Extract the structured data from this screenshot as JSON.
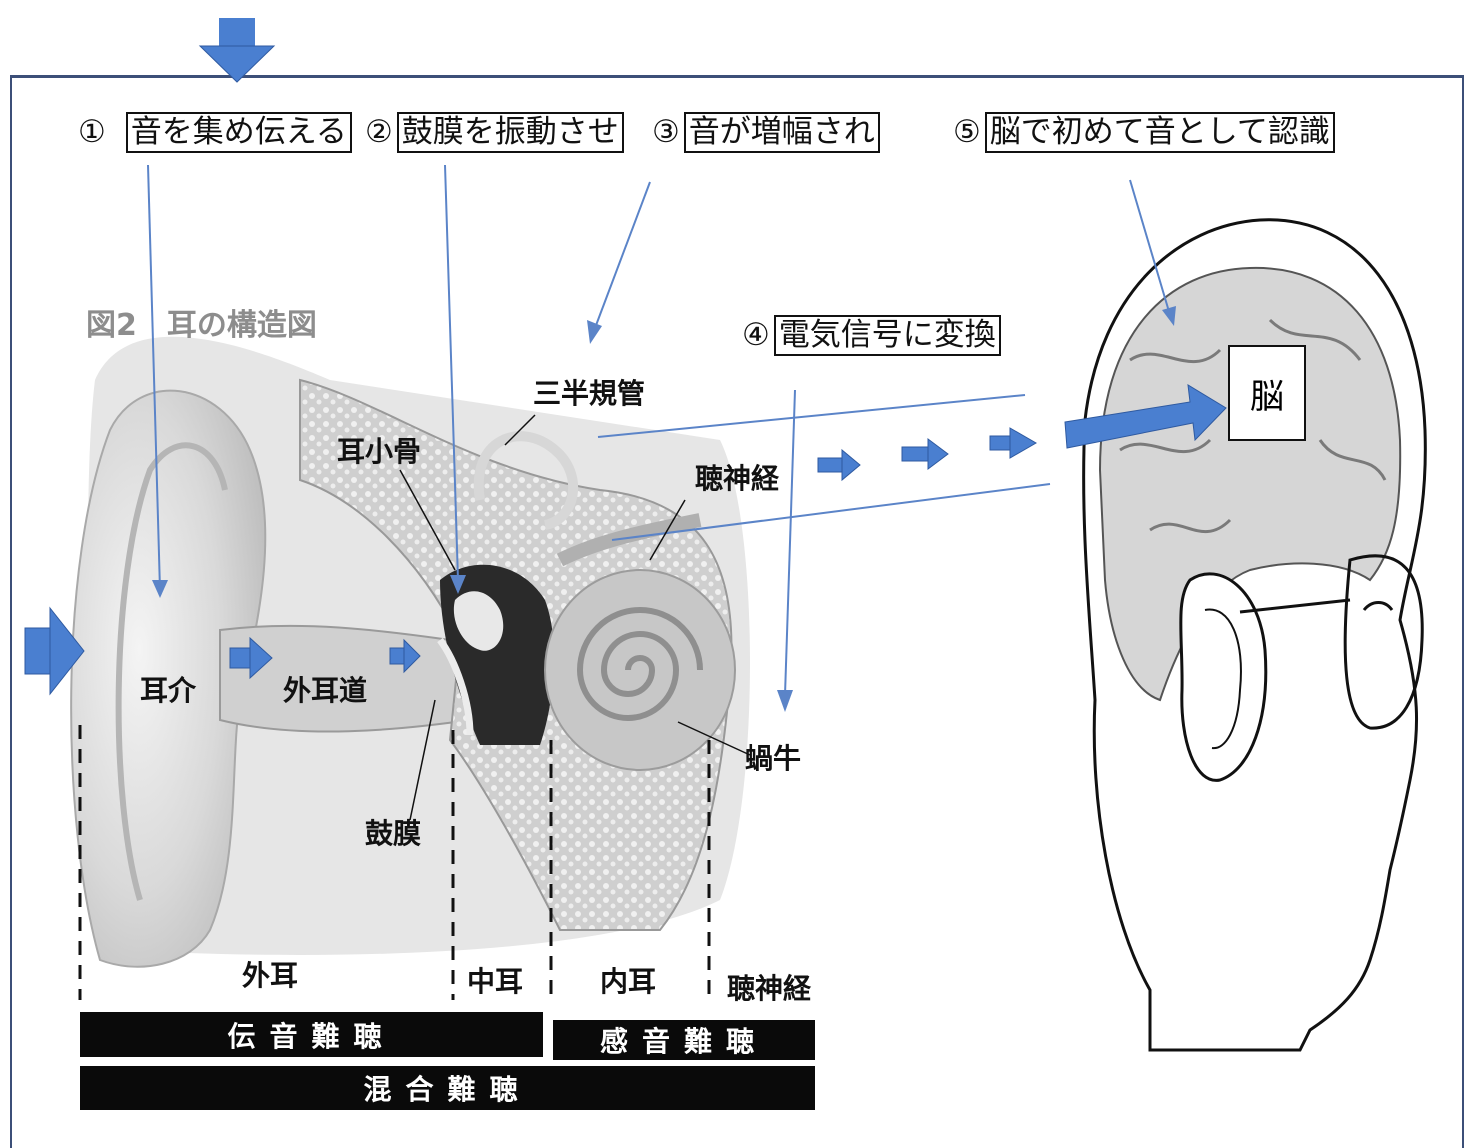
{
  "steps": {
    "s1": {
      "num": "①",
      "text": "音を集め伝える"
    },
    "s2": {
      "num": "②",
      "text": "鼓膜を振動させ"
    },
    "s3": {
      "num": "③",
      "text": "音が増幅され"
    },
    "s4": {
      "num": "④",
      "text": "電気信号に変換"
    },
    "s5": {
      "num": "⑤",
      "text": "脳で初めて音として認識"
    }
  },
  "figure_title": "図2　耳の構造図",
  "labels": {
    "semicircular": "三半規管",
    "ossicles": "耳小骨",
    "auditory_nerve": "聴神経",
    "pinna": "耳介",
    "ear_canal": "外耳道",
    "eardrum": "鼓膜",
    "cochlea": "蝸牛",
    "brain": "脳"
  },
  "regions": {
    "outer": "外耳",
    "middle": "中耳",
    "inner": "内耳",
    "nerve": "聴神経"
  },
  "bars": {
    "conductive": "伝音難聴",
    "sensorineural": "感音難聴",
    "mixed": "混合難聴"
  },
  "colors": {
    "arrow_blue": "#4a7fd0",
    "frame_line": "#3c4f78",
    "bar_black": "#0a0a0a",
    "pointer_line": "#5b84c8"
  }
}
